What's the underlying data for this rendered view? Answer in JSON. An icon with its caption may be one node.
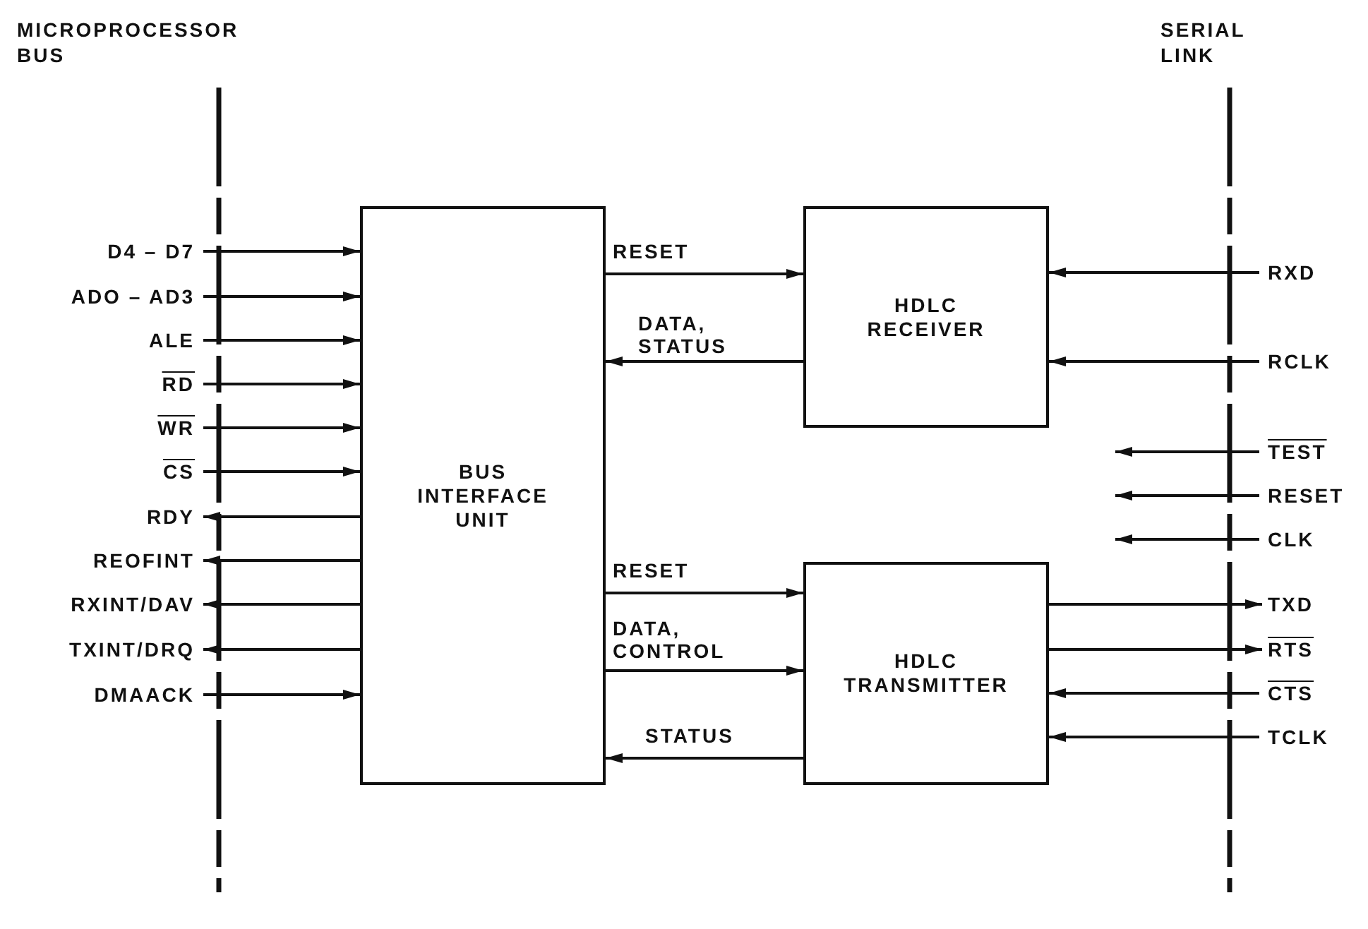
{
  "diagram": {
    "nodes": [
      {
        "text": [
          "BUS INTERFACE UNIT"
        ]
      },
      {
        "text": [
          "HDLC RECEIVER"
        ]
      },
      {
        "text": [
          "HDLC TRANSMITTER"
        ]
      },
      {
        "text": [
          "D4 – D7"
        ]
      },
      {
        "text": [
          "ADO – AD3"
        ]
      },
      {
        "text": [
          "ALE"
        ]
      },
      {
        "text": [
          "RD"
        ]
      },
      {
        "text": [
          "WR"
        ]
      },
      {
        "text": [
          "CS"
        ]
      },
      {
        "text": [
          "RDY"
        ]
      },
      {
        "text": [
          "REOFINT"
        ]
      },
      {
        "text": [
          "RXINT/DAV"
        ]
      },
      {
        "text": [
          "TXINT/DRQ"
        ]
      },
      {
        "text": [
          "DMAACK"
        ]
      },
      {
        "text": [
          "RXD"
        ]
      },
      {
        "text": [
          "RCLK"
        ]
      },
      {
        "text": [
          "TEST"
        ]
      },
      {
        "text": [
          "RESET"
        ]
      },
      {
        "text": [
          "CLK"
        ]
      },
      {
        "text": [
          "TXD"
        ]
      },
      {
        "text": [
          "RTS"
        ]
      },
      {
        "text": [
          "CTS"
        ]
      },
      {
        "text": [
          "TCLK"
        ]
      }
    ],
    "edges": [
      {
        "from": 3,
        "to": 0,
        "arrow": "to"
      },
      {
        "from": 4,
        "to": 0,
        "arrow": "to"
      },
      {
        "from": 5,
        "to": 0,
        "arrow": "to"
      },
      {
        "from": 6,
        "to": 0,
        "arrow": "to"
      },
      {
        "from": 7,
        "to": 0,
        "arrow": "to"
      },
      {
        "from": 8,
        "to": 0,
        "arrow": "to"
      },
      {
        "from": 0,
        "to": 9,
        "arrow": "to"
      },
      {
        "from": 0,
        "to": 10,
        "arrow": "to"
      },
      {
        "from": 0,
        "to": 11,
        "arrow": "to"
      },
      {
        "from": 0,
        "to": 12,
        "arrow": "to"
      },
      {
        "from": 13,
        "to": 0,
        "arrow": "to"
      },
      {
        "from": 0,
        "to": 1,
        "arrow": "to",
        "label": "RESET"
      },
      {
        "from": 1,
        "to": 0,
        "arrow": "to",
        "label": "DATA, STATUS"
      },
      {
        "from": 0,
        "to": 2,
        "arrow": "to",
        "label": "RESET"
      },
      {
        "from": 0,
        "to": 2,
        "arrow": "to",
        "label": "DATA, CONTROL"
      },
      {
        "from": 2,
        "to": 0,
        "arrow": "to",
        "label": "STATUS"
      },
      {
        "from": 14,
        "to": 1,
        "arrow": "to"
      },
      {
        "from": 15,
        "to": 1,
        "arrow": "to"
      },
      {
        "from": 16,
        "to": null,
        "arrow": "to"
      },
      {
        "from": 17,
        "to": null,
        "arrow": "to"
      },
      {
        "from": 18,
        "to": null,
        "arrow": "to"
      },
      {
        "from": 2,
        "to": 19,
        "arrow": "to"
      },
      {
        "from": 2,
        "to": 20,
        "arrow": "to"
      },
      {
        "from": 21,
        "to": 2,
        "arrow": "to"
      },
      {
        "from": 22,
        "to": 2,
        "arrow": "to"
      }
    ],
    "labels": [
      "MICROPROCESSOR BUS",
      "SERIAL LINK"
    ]
  }
}
